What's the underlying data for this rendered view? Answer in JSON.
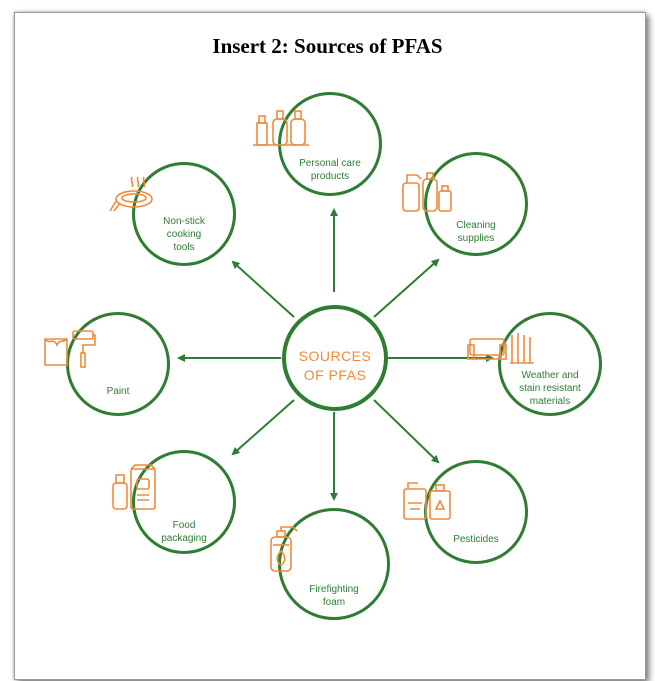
{
  "title": "Insert 2: Sources of PFAS",
  "center_label": "SOURCES\nOF PFAS",
  "colors": {
    "green": "#2e7d32",
    "orange": "#f08a3a"
  },
  "nodes": [
    {
      "label": "Personal care\nproducts",
      "icon": "personal-care-icon"
    },
    {
      "label": "Cleaning\nsupplies",
      "icon": "cleaning-supplies-icon"
    },
    {
      "label": "Weather and\nstain resistant\nmaterials",
      "icon": "sofa-icon"
    },
    {
      "label": "Pesticides",
      "icon": "pesticides-icon"
    },
    {
      "label": "Firefighting\nfoam",
      "icon": "fire-extinguisher-icon"
    },
    {
      "label": "Food\npackaging",
      "icon": "food-packaging-icon"
    },
    {
      "label": "Paint",
      "icon": "paint-icon"
    },
    {
      "label": "Non-stick\ncooking\ntools",
      "icon": "frying-pan-icon"
    }
  ]
}
